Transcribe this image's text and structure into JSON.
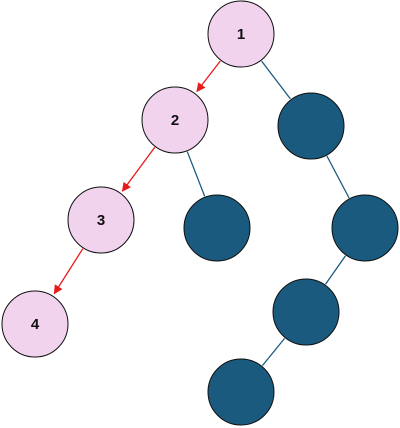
{
  "colors": {
    "highlight_fill": "#f1d3ee",
    "plain_fill": "#1a5a7e",
    "node_stroke": "#111111",
    "edge_plain": "#1a5a7e",
    "edge_highlight": "#e81b1b"
  },
  "nodes": [
    {
      "id": "n1",
      "label": "1",
      "highlighted": true
    },
    {
      "id": "n2",
      "label": "2",
      "highlighted": true
    },
    {
      "id": "n3",
      "label": "3",
      "highlighted": true
    },
    {
      "id": "n4",
      "label": "4",
      "highlighted": true
    },
    {
      "id": "n5",
      "label": "",
      "highlighted": false
    },
    {
      "id": "n6",
      "label": "",
      "highlighted": false
    },
    {
      "id": "n7",
      "label": "",
      "highlighted": false
    },
    {
      "id": "n8",
      "label": "",
      "highlighted": false
    },
    {
      "id": "n9",
      "label": "",
      "highlighted": false
    }
  ],
  "edges": [
    {
      "from": "n1",
      "to": "n2",
      "highlighted": true
    },
    {
      "from": "n2",
      "to": "n3",
      "highlighted": true
    },
    {
      "from": "n3",
      "to": "n4",
      "highlighted": true
    },
    {
      "from": "n1",
      "to": "n5",
      "highlighted": false
    },
    {
      "from": "n2",
      "to": "n6",
      "highlighted": false
    },
    {
      "from": "n5",
      "to": "n7",
      "highlighted": false
    },
    {
      "from": "n7",
      "to": "n8",
      "highlighted": false
    },
    {
      "from": "n8",
      "to": "n9",
      "highlighted": false
    }
  ]
}
